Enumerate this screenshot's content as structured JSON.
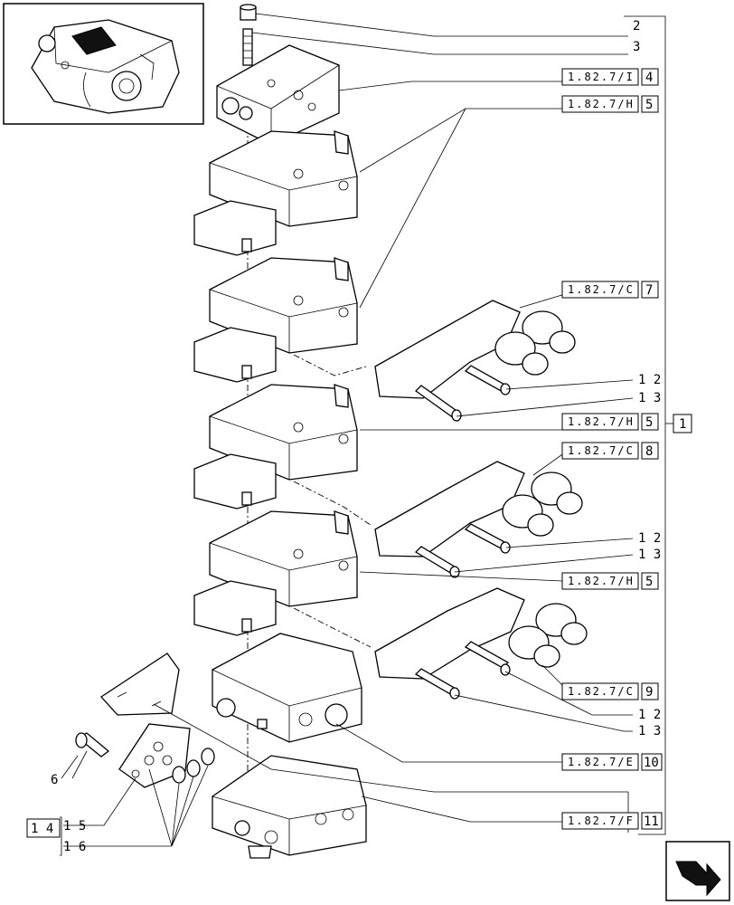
{
  "callouts": [
    {
      "key": "2",
      "text": "2"
    },
    {
      "key": "3",
      "text": "3"
    },
    {
      "key": "6",
      "text": "6"
    },
    {
      "key": "12a",
      "text": "1 2"
    },
    {
      "key": "13a",
      "text": "1 3"
    },
    {
      "key": "12b",
      "text": "1 2"
    },
    {
      "key": "13b",
      "text": "1 3"
    },
    {
      "key": "12c",
      "text": "1 2"
    },
    {
      "key": "13c",
      "text": "1 3"
    },
    {
      "key": "15",
      "text": "1 5"
    },
    {
      "key": "16",
      "text": "1 6"
    }
  ],
  "references": [
    {
      "ref": "1.82.7/I",
      "num": "4"
    },
    {
      "ref": "1.82.7/H",
      "num": "5"
    },
    {
      "ref": "1.82.7/C",
      "num": "7"
    },
    {
      "ref": "1.82.7/H",
      "num": "5"
    },
    {
      "ref": "1.82.7/C",
      "num": "8"
    },
    {
      "ref": "1.82.7/H",
      "num": "5"
    },
    {
      "ref": "1.82.7/C",
      "num": "9"
    },
    {
      "ref": "1.82.7/E",
      "num": "10"
    },
    {
      "ref": "1.82.7/F",
      "num": "11"
    }
  ],
  "boxed_labels": {
    "group": "1",
    "kit": "1 4"
  },
  "icons": [
    "thumbnail-assembly-icon",
    "next-page-arrow-icon"
  ]
}
